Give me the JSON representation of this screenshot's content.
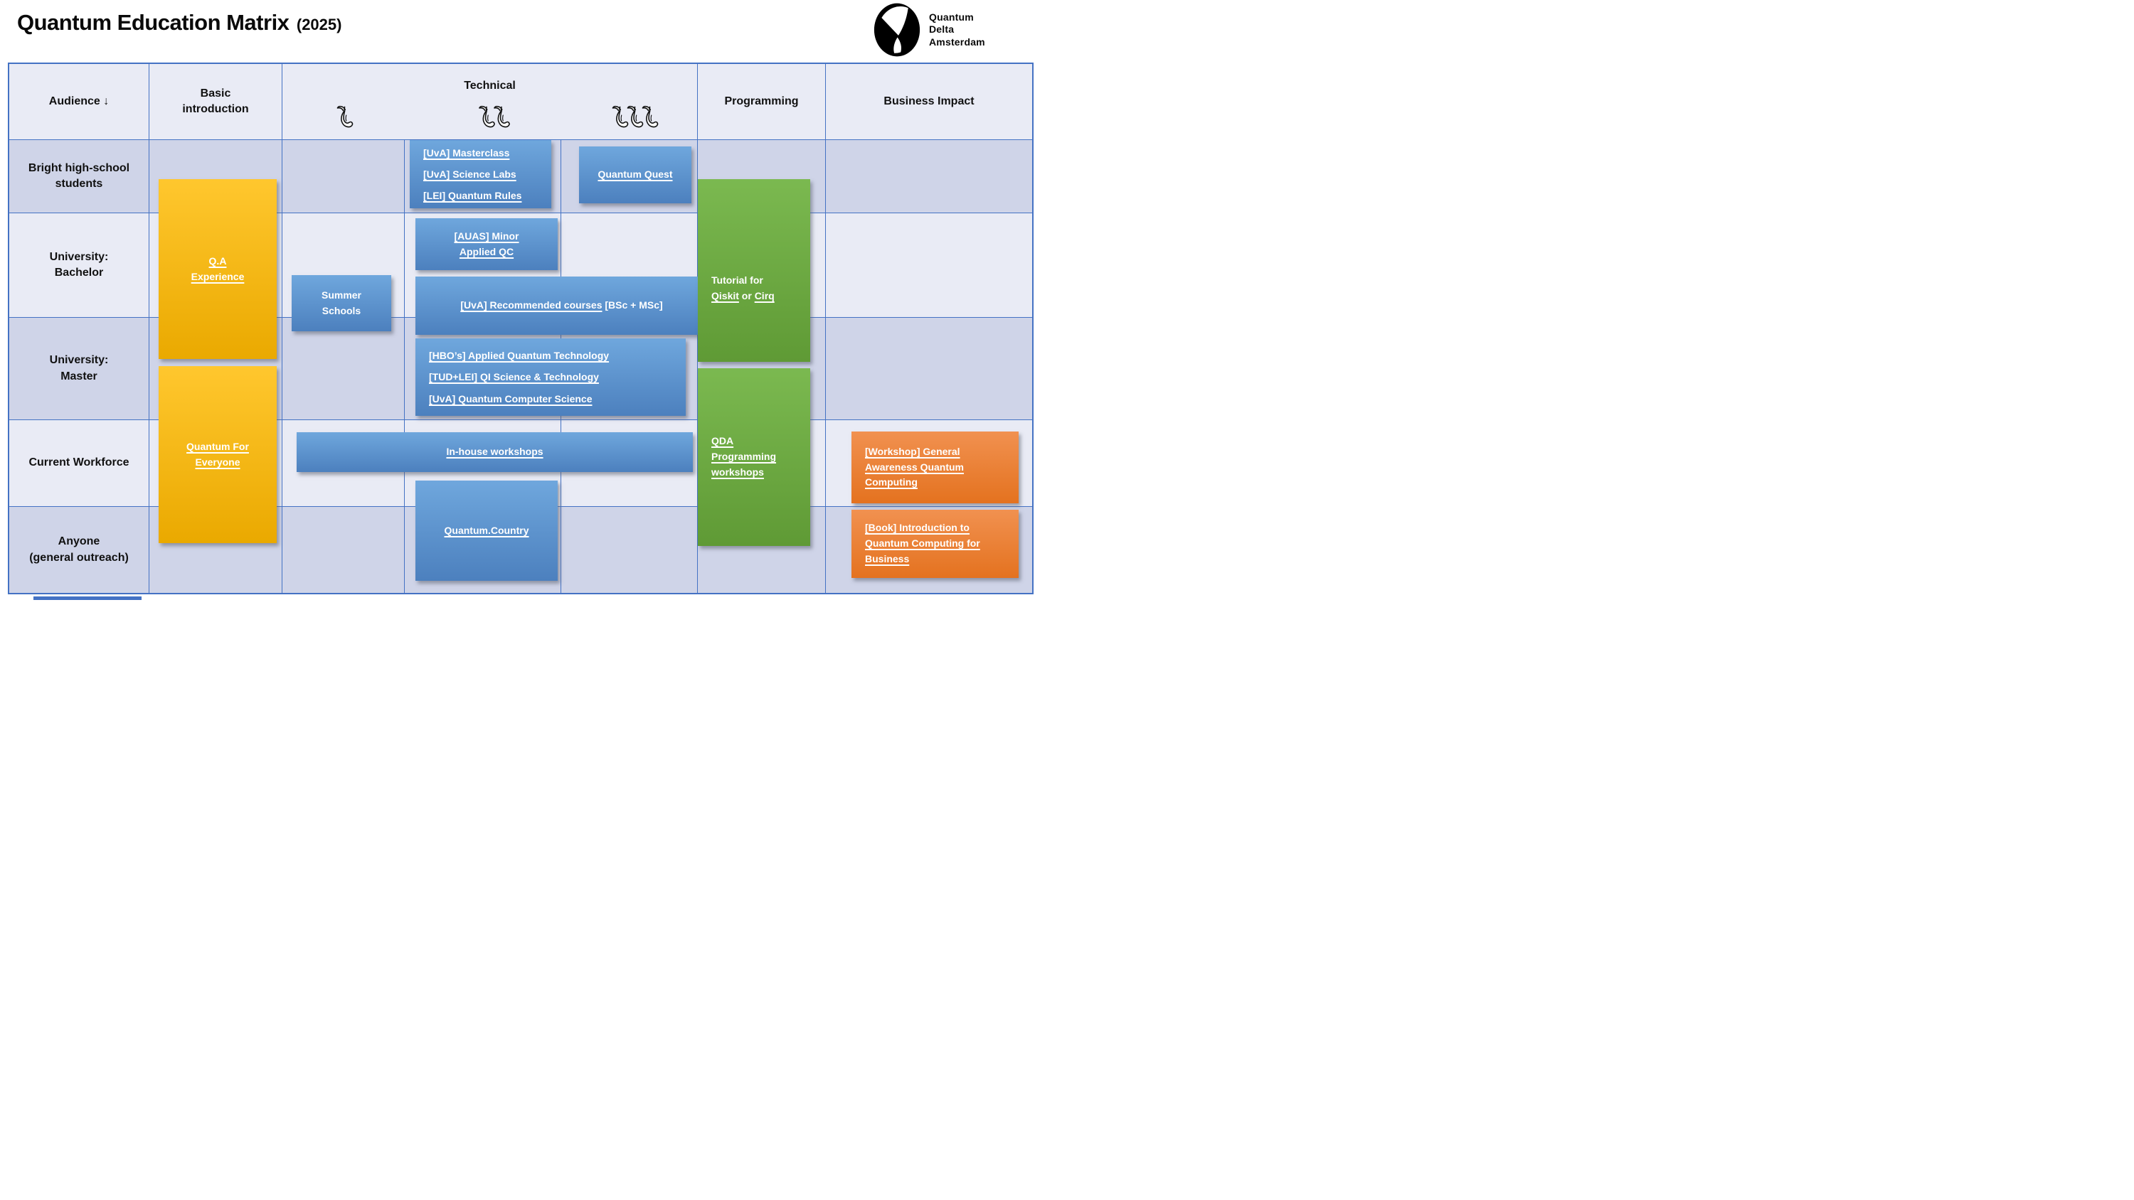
{
  "title": {
    "main": "Quantum Education Matrix",
    "year": "(2025)"
  },
  "logo": {
    "text": "Quantum\nDelta\nAmsterdam"
  },
  "header": {
    "audience": "Audience  ↓",
    "basic_introduction": "Basic\nintroduction",
    "technical": "Technical",
    "programming": "Programming",
    "business_impact": "Business Impact",
    "spice_levels": [
      1,
      2,
      3
    ]
  },
  "rows": [
    {
      "label": "Bright high-school\nstudents"
    },
    {
      "label": "University:\nBachelor"
    },
    {
      "label": "University:\nMaster"
    },
    {
      "label": "Current Workforce"
    },
    {
      "label": "Anyone\n(general outreach)"
    }
  ],
  "boxes": [
    {
      "id": "qa-experience",
      "color": "yellow",
      "align": "center",
      "lines": [
        [
          {
            "t": "Q.A",
            "u": true
          }
        ],
        [
          {
            "t": "Experience",
            "u": true
          }
        ]
      ]
    },
    {
      "id": "quantum-for-everyone",
      "color": "yellow",
      "align": "center",
      "lines": [
        [
          {
            "t": "Quantum For",
            "u": true
          }
        ],
        [
          {
            "t": "Everyone",
            "u": true
          }
        ]
      ]
    },
    {
      "id": "uva-masterclass-group",
      "color": "blue",
      "align": "left",
      "style": "list",
      "lines": [
        [
          {
            "t": "[UvA] Masterclass",
            "u": true
          }
        ],
        [
          {
            "t": "[UvA] Science Labs",
            "u": true
          }
        ],
        [
          {
            "t": "[LEI] Quantum Rules",
            "u": true
          }
        ]
      ]
    },
    {
      "id": "quantum-quest",
      "color": "blue",
      "align": "center",
      "lines": [
        [
          {
            "t": "Quantum Quest",
            "u": true
          }
        ]
      ]
    },
    {
      "id": "auas-minor",
      "color": "blue",
      "align": "center",
      "lines": [
        [
          {
            "t": "[AUAS] Minor",
            "u": true
          }
        ],
        [
          {
            "t": "Applied QC",
            "u": true
          }
        ]
      ]
    },
    {
      "id": "summer-schools",
      "color": "blue",
      "align": "center",
      "lines": [
        [
          {
            "t": "Summer"
          }
        ],
        [
          {
            "t": "Schools"
          }
        ]
      ]
    },
    {
      "id": "uva-recommended",
      "color": "blue",
      "align": "center",
      "lines": [
        [
          {
            "t": "[UvA] Recommended courses",
            "u": true
          },
          {
            "t": " [BSc + MSc]"
          }
        ]
      ]
    },
    {
      "id": "master-programs-group",
      "color": "blue",
      "align": "left",
      "style": "list",
      "lines": [
        [
          {
            "t": "[HBO’s] Applied Quantum Technology",
            "u": true
          }
        ],
        [
          {
            "t": "[TUD+LEI] QI Science & Technology",
            "u": true
          }
        ],
        [
          {
            "t": "[UvA] Quantum Computer Science",
            "u": true
          }
        ]
      ]
    },
    {
      "id": "in-house-workshops",
      "color": "blue",
      "align": "center",
      "lines": [
        [
          {
            "t": "In-house workshops",
            "u": true
          }
        ]
      ]
    },
    {
      "id": "quantum-country",
      "color": "blue",
      "align": "center",
      "lines": [
        [
          {
            "t": "Quantum.Country",
            "u": true
          }
        ]
      ]
    },
    {
      "id": "tutorial-qiskit-cirq",
      "color": "green",
      "align": "left",
      "style": "v-low",
      "lines": [
        [
          {
            "t": "Tutorial for"
          }
        ],
        [
          {
            "t": "Qiskit",
            "u": true
          },
          {
            "t": " or "
          },
          {
            "t": "Cirq",
            "u": true
          }
        ]
      ]
    },
    {
      "id": "qda-programming-workshops",
      "color": "green",
      "align": "left",
      "lines": [
        [
          {
            "t": "QDA",
            "u": true
          }
        ],
        [
          {
            "t": "Programming",
            "u": true
          }
        ],
        [
          {
            "t": "workshops",
            "u": true
          }
        ]
      ]
    },
    {
      "id": "workshop-general-awareness",
      "color": "orange",
      "align": "left",
      "lines": [
        [
          {
            "t": "[Workshop] General",
            "u": true
          }
        ],
        [
          {
            "t": "Awareness Quantum",
            "u": true
          }
        ],
        [
          {
            "t": "Computing",
            "u": true
          }
        ]
      ]
    },
    {
      "id": "book-intro-qc-business",
      "color": "orange",
      "align": "left",
      "lines": [
        [
          {
            "t": "[Book] Introduction to",
            "u": true
          }
        ],
        [
          {
            "t": "Quantum Computing for",
            "u": true
          }
        ],
        [
          {
            "t": "Business",
            "u": true
          }
        ]
      ]
    }
  ],
  "colors": {
    "box_blue": "#5b9bd5",
    "box_yellow": "#ffc000",
    "box_green": "#70ad47",
    "box_orange": "#ed7d31",
    "grid_line": "#4472c4",
    "cell_light": "#e9ebf5",
    "cell_dark": "#cfd4e8",
    "text_on_box": "#ffffff"
  }
}
